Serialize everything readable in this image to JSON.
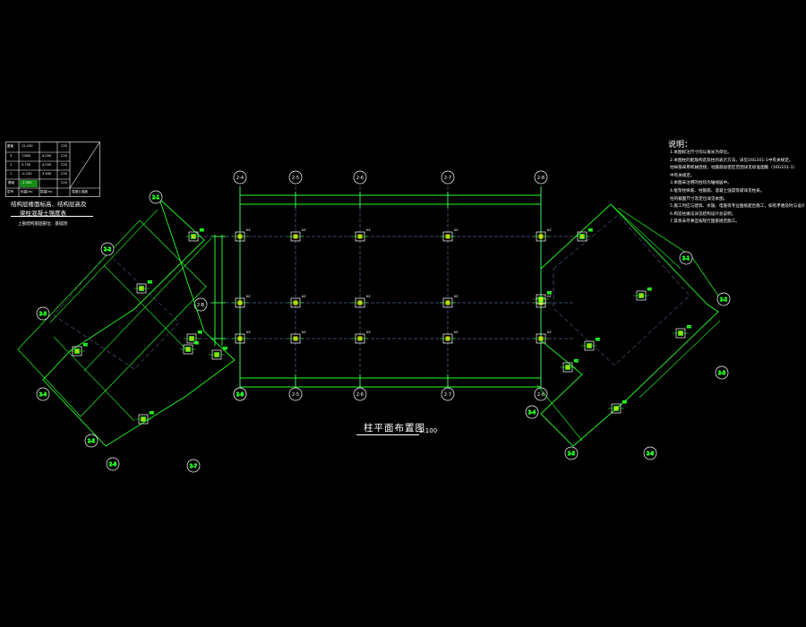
{
  "drawing": {
    "title": "柱平面布置图",
    "scale": "1:100",
    "line_color": "#22ff22",
    "text_color": "#ffffff",
    "background": "#000000"
  },
  "grid_labels": {
    "top": [
      "2-4",
      "2-5",
      "2-6",
      "2-7",
      "2-8"
    ],
    "bottom": [
      "2-4",
      "2-5",
      "2-6",
      "2-7",
      "2-8"
    ],
    "left": [
      "2-A",
      "2-B",
      "2-C"
    ],
    "left_wing": [
      "2-1",
      "2-2",
      "2-3",
      "2-4",
      "2-5",
      "2-6",
      "2-7",
      "2-8"
    ],
    "right_wing": [
      "2-1",
      "2-2",
      "2-3",
      "2-4",
      "2-5",
      "2-6"
    ]
  },
  "column_tag": "KZ",
  "level_table": {
    "caption1": "结构层楼面标高、结构层高及",
    "caption2": "梁柱混凝土强度表",
    "caption3": "上部结构嵌固部位：基础顶",
    "rows": [
      [
        "屋面",
        "12.150",
        "",
        "C25"
      ],
      [
        "3",
        "7.800",
        "4.050",
        "C25"
      ],
      [
        "2",
        "3.750",
        "4.050",
        "C25"
      ],
      [
        "1",
        "-0.150",
        "3.900",
        "C25"
      ],
      [
        "基础",
        "-1.500",
        "",
        "C25"
      ]
    ],
    "header": [
      "层号",
      "标高(m)",
      "层高(m)",
      "混凝土强度"
    ]
  },
  "notes": {
    "title": "说明：",
    "items": [
      "1.本图标注尺寸均以毫米为单位。",
      "2.本图柱的配筋构造及柱的表示方法，详见16G101-1中有关规定。",
      "  柱纵筋采用机械连接，柱箍筋加密区范围详见标准图集（16G101-1）",
      "  中有关规定。",
      "3.本图未注明的柱均为轴线居中。",
      "4.框架柱纵筋、柱箍筋、混凝土强度等级详见柱表。",
      "  柱的截面尺寸及定位详见本图。",
      "5.施工时应与建筑、水施、电施等专业图纸配合施工，如有矛盾及时与设计院联系。",
      "6.构造柱做法详见结构设计总说明。",
      "7.其余未尽事宜按现行国家规范施工。"
    ]
  }
}
